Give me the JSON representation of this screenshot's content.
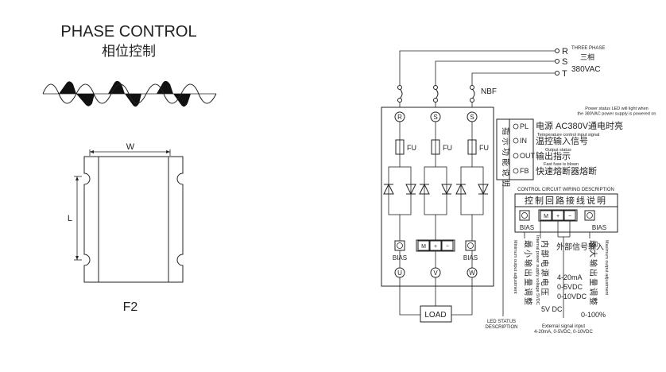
{
  "left": {
    "title": "PHASE CONTROL",
    "subtitle": "相位控制",
    "dim_w": "W",
    "dim_l": "L",
    "model": "F2"
  },
  "supply": {
    "phases": [
      "R",
      "S",
      "T"
    ],
    "label_en": "THREE PHASE",
    "label_cn": "三相",
    "voltage": "380VAC"
  },
  "module": {
    "breaker": "NBF",
    "terminals_in": [
      "R",
      "S",
      "S"
    ],
    "fuse_label": "FU",
    "connector": [
      "M",
      "+",
      "−"
    ],
    "bias_label": "BIAS",
    "terminals_out": [
      "U",
      "V",
      "W"
    ],
    "load": "LOAD"
  },
  "led_panel": {
    "title_cn": "指示功能说明",
    "items": [
      {
        "code": "PL",
        "note": "Power status LED will light when\nthe 380VAC power supply is powered on",
        "desc": "电源 AC380V通电时亮"
      },
      {
        "code": "IN",
        "note": "Temperature control input signal",
        "desc": "温控输入信号"
      },
      {
        "code": "OUT",
        "note": "Output status",
        "desc": "输出指示"
      },
      {
        "code": "FB",
        "note": "Fast fuse is blown",
        "desc": "快速熔断器熔断"
      }
    ],
    "status_label": "LED STATUS\nDESCRIPTION"
  },
  "wiring": {
    "title_en": "CONTROL CIRCUIT WIRING DESCRIPTION",
    "title_cn": "控制回路接线说明",
    "connector": [
      "M",
      "+",
      "−"
    ],
    "bias_label": "BIAS",
    "min_cn": "最小输出量调整",
    "min_en": "Minimum output adjustment",
    "internal_cn": "内部电源电压",
    "internal_en": "Internal power supply voltage 5VDC",
    "internal_val": "5V DC",
    "ext_cn": "外部信号输入",
    "ext_vals": [
      "4-20mA",
      "0-5VDC",
      "0-10VDC"
    ],
    "max_cn": "最大输出量调整",
    "max_en": "Maximum output adjustment",
    "max_val": "0-100%",
    "ext_en": "External signal input\n4-20mA, 0-5VDC, 0-10VDC"
  }
}
